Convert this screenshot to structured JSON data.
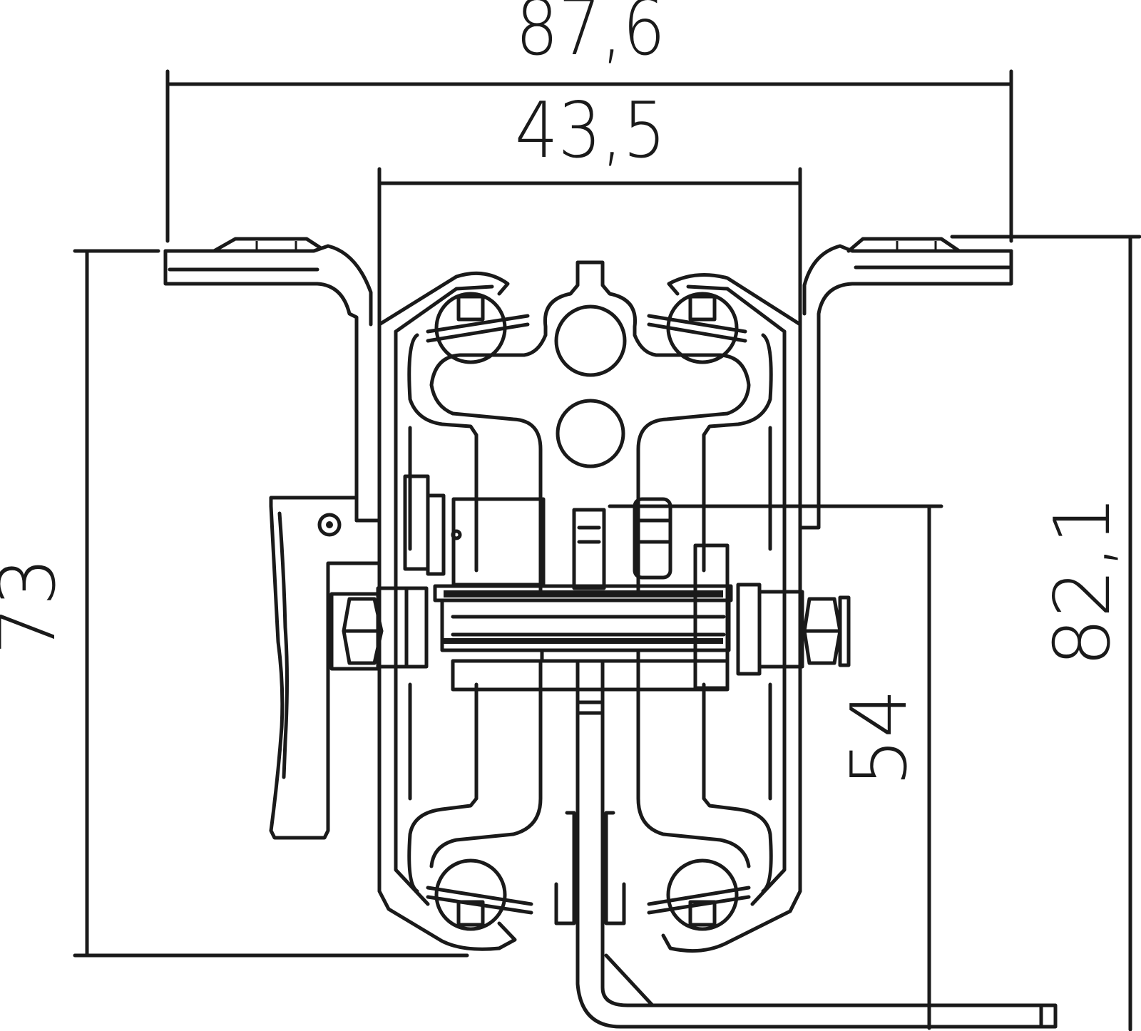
{
  "drawing": {
    "dimensions": [
      {
        "id": "overall-width",
        "label": "87,6"
      },
      {
        "id": "body-width",
        "label": "43,5"
      },
      {
        "id": "left-height",
        "label": "73"
      },
      {
        "id": "right-height",
        "label": "82,1"
      },
      {
        "id": "inner-height",
        "label": "54"
      }
    ]
  }
}
